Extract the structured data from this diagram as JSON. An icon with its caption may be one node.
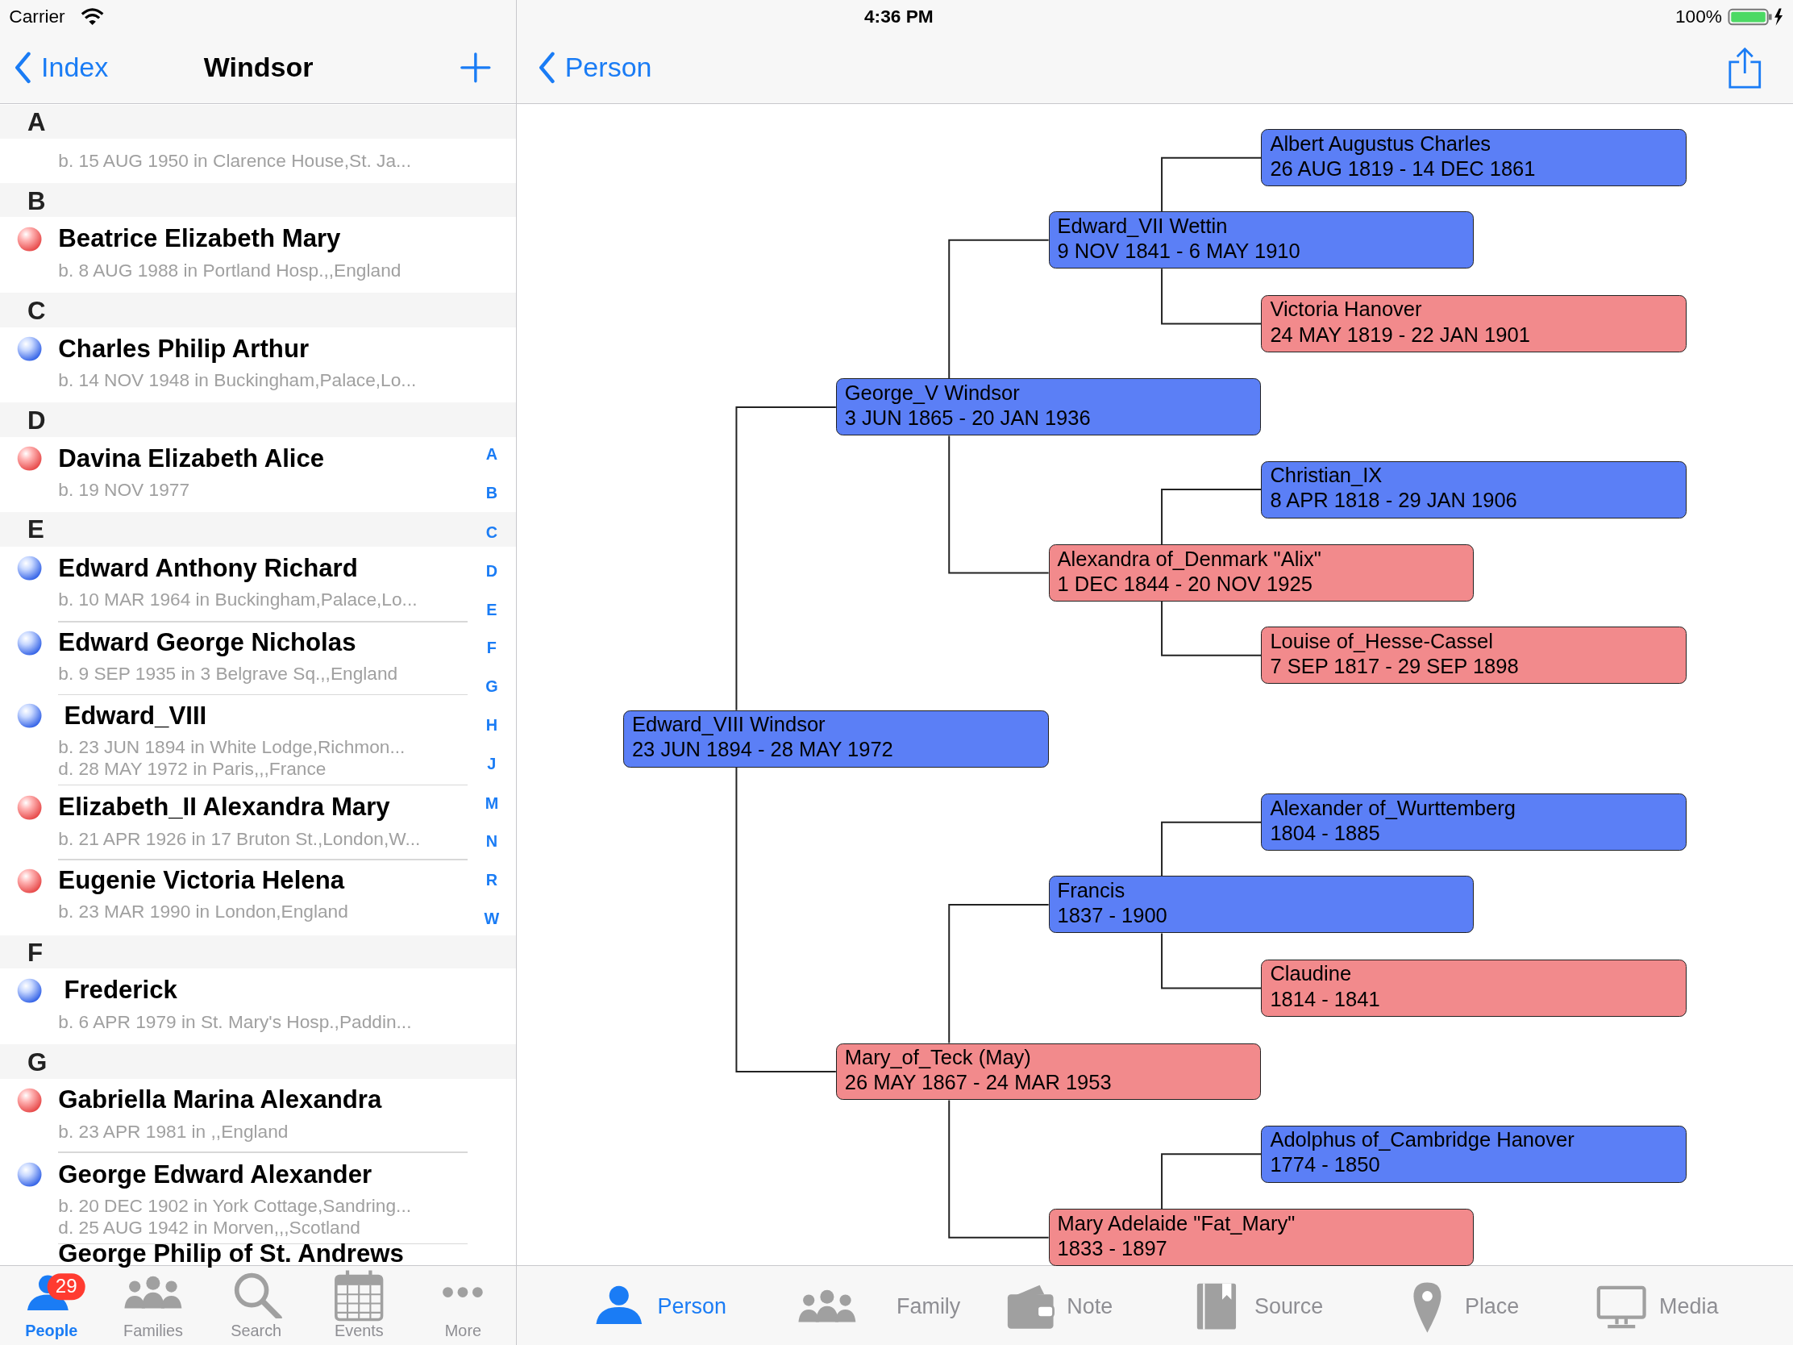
{
  "diagram": {
    "nodes": [
      {
        "text": [
          "Albert Augustus Charles",
          "26 AUG 1819 - 14 DEC 1861"
        ]
      },
      {
        "text": [
          "Edward_VII Wettin",
          "9 NOV 1841 - 6 MAY 1910"
        ]
      },
      {
        "text": [
          "Victoria Hanover",
          "24 MAY 1819 - 22 JAN 1901"
        ]
      },
      {
        "text": [
          "George_V Windsor",
          "3 JUN 1865 - 20 JAN 1936"
        ]
      },
      {
        "text": [
          "Christian_IX",
          "8 APR 1818 - 29 JAN 1906"
        ]
      },
      {
        "text": [
          "Alexandra of_Denmark \"Alix\"",
          "1 DEC 1844 - 20 NOV 1925"
        ]
      },
      {
        "text": [
          "Louise of_Hesse-Cassel",
          "7 SEP 1817 - 29 SEP 1898"
        ]
      },
      {
        "text": [
          "Edward_VIII Windsor",
          "23 JUN 1894 - 28 MAY 1972"
        ]
      },
      {
        "text": [
          "Alexander of_Wurttemberg",
          "1804 - 1885"
        ]
      },
      {
        "text": [
          "Francis",
          "1837 - 1900"
        ]
      },
      {
        "text": [
          "Claudine",
          "1814 - 1841"
        ]
      },
      {
        "text": [
          "Mary_of_Teck (May)",
          "26 MAY 1867 - 24 MAR 1953"
        ]
      },
      {
        "text": [
          "Adolphus of_Cambridge Hanover",
          "1774 - 1850"
        ]
      },
      {
        "text": [
          "Mary Adelaide \"Fat_Mary\"",
          "1833 - 1897"
        ]
      }
    ],
    "edges": [
      {
        "from": 7,
        "to": 3,
        "arrow": "none"
      },
      {
        "from": 7,
        "to": 11,
        "arrow": "none"
      },
      {
        "from": 3,
        "to": 1,
        "arrow": "none"
      },
      {
        "from": 3,
        "to": 5,
        "arrow": "none"
      },
      {
        "from": 1,
        "to": 0,
        "arrow": "none"
      },
      {
        "from": 1,
        "to": 2,
        "arrow": "none"
      },
      {
        "from": 5,
        "to": 4,
        "arrow": "none"
      },
      {
        "from": 5,
        "to": 6,
        "arrow": "none"
      },
      {
        "from": 11,
        "to": 9,
        "arrow": "none"
      },
      {
        "from": 11,
        "to": 13,
        "arrow": "none"
      },
      {
        "from": 9,
        "to": 8,
        "arrow": "none"
      },
      {
        "from": 9,
        "to": 10,
        "arrow": "none"
      },
      {
        "from": 13,
        "to": 12,
        "arrow": "none"
      }
    ],
    "labels": [
      "Carrier",
      "4:36 PM",
      "100%",
      "Index",
      "Windsor",
      "Person",
      "A",
      "b. 15 AUG 1950 in Clarence House,St. Ja...",
      "B",
      "Beatrice Elizabeth Mary",
      "b. 8 AUG 1988 in Portland Hosp.,,England",
      "C",
      "Charles Philip Arthur",
      "b. 14 NOV 1948 in Buckingham,Palace,Lo...",
      "D",
      "Davina Elizabeth Alice",
      "b. 19 NOV 1977",
      "E",
      "Edward Anthony Richard",
      "b. 10 MAR 1964 in Buckingham,Palace,Lo...",
      "Edward George Nicholas",
      "b. 9 SEP 1935 in 3 Belgrave Sq.,,England",
      "Edward_VIII",
      "b. 23 JUN 1894 in White Lodge,Richmon...",
      "d. 28 MAY 1972 in Paris,,,France",
      "Elizabeth_II Alexandra Mary",
      "b. 21 APR 1926 in 17 Bruton St.,London,W...",
      "Eugenie Victoria Helena",
      "b. 23 MAR 1990 in London,England",
      "F",
      "Frederick",
      "b. 6 APR 1979 in St. Mary's Hosp.,Paddin...",
      "G",
      "Gabriella Marina Alexandra",
      "b. 23 APR 1981 in ,,England",
      "George Edward Alexander",
      "b. 20 DEC 1902 in York Cottage,Sandring...",
      "d. 25 AUG 1942 in Morven,,,Scotland",
      "George Philip of St. Andrews",
      "A",
      "B",
      "C",
      "D",
      "E",
      "F",
      "G",
      "H",
      "J",
      "M",
      "N",
      "R",
      "W",
      "29",
      "People",
      "Families",
      "Search",
      "Events",
      "More",
      "Person",
      "Family",
      "Note",
      "Source",
      "Place",
      "Media"
    ]
  }
}
